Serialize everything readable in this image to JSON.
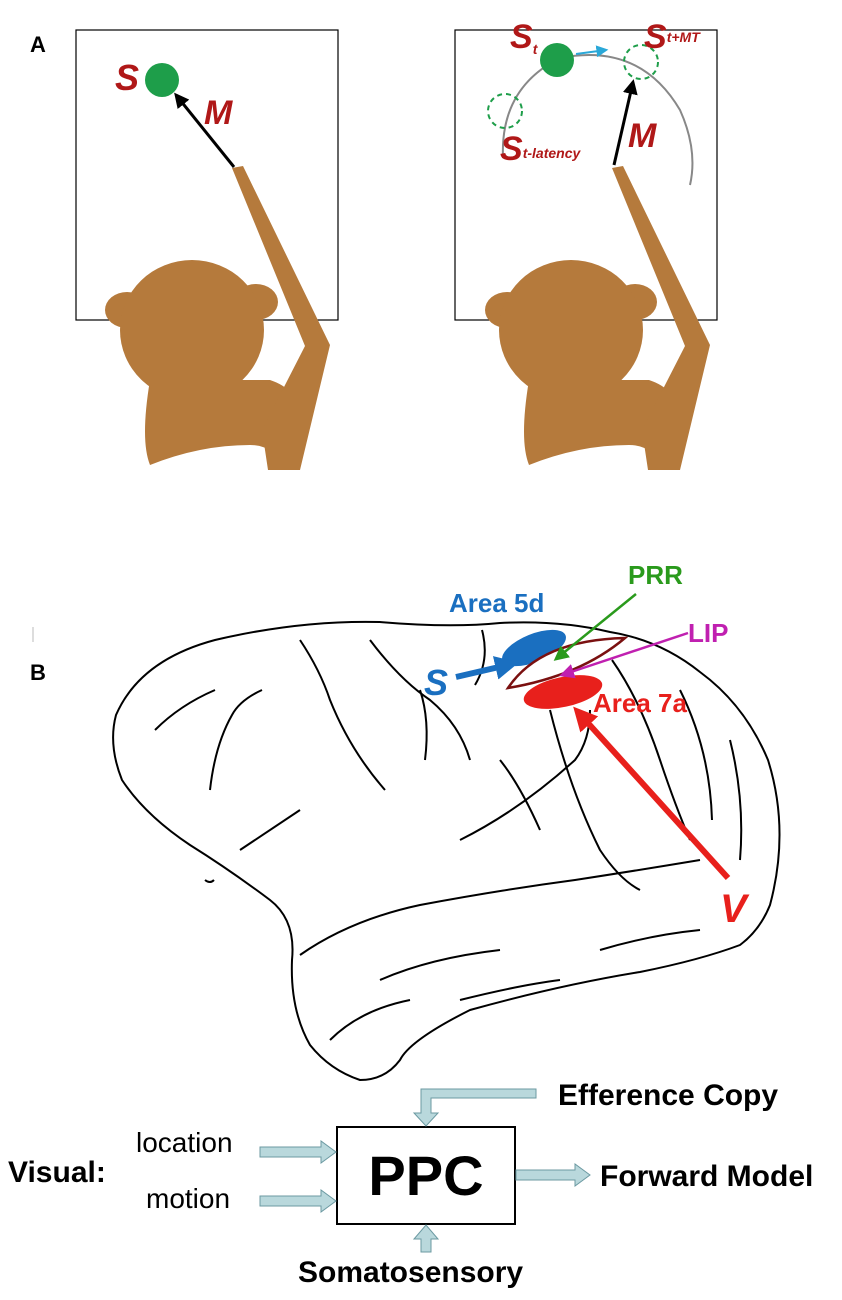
{
  "panel_a": {
    "label": "A",
    "left": {
      "target_label": "S",
      "motor_label": "M"
    },
    "right": {
      "target_current_main": "S",
      "target_current_sub": "t",
      "target_future_main": "S",
      "target_future_sub": "t+MT",
      "target_past_main": "S",
      "target_past_sub": "t-latency",
      "motor_label": "M"
    }
  },
  "panel_b": {
    "label": "B",
    "areas": {
      "area5d": "Area 5d",
      "prr": "PRR",
      "lip": "LIP",
      "area7a": "Area 7a"
    },
    "inputs": {
      "somatic": "S",
      "visual": "V"
    }
  },
  "flow": {
    "center": "PPC",
    "top_input": "Efference Copy",
    "left_group": "Visual:",
    "left_input_1": "location",
    "left_input_2": "motion",
    "output": "Forward Model",
    "bottom_input": "Somatosensory"
  },
  "colors": {
    "monkey": "#b57a3c",
    "target": "#1e9e4a",
    "label_red": "#b01818",
    "area5d": "#1a6fc0",
    "prr": "#2a9a1c",
    "lip": "#c020b0",
    "area7a": "#e8201c",
    "flow_arrow": "#b9d8dc"
  }
}
